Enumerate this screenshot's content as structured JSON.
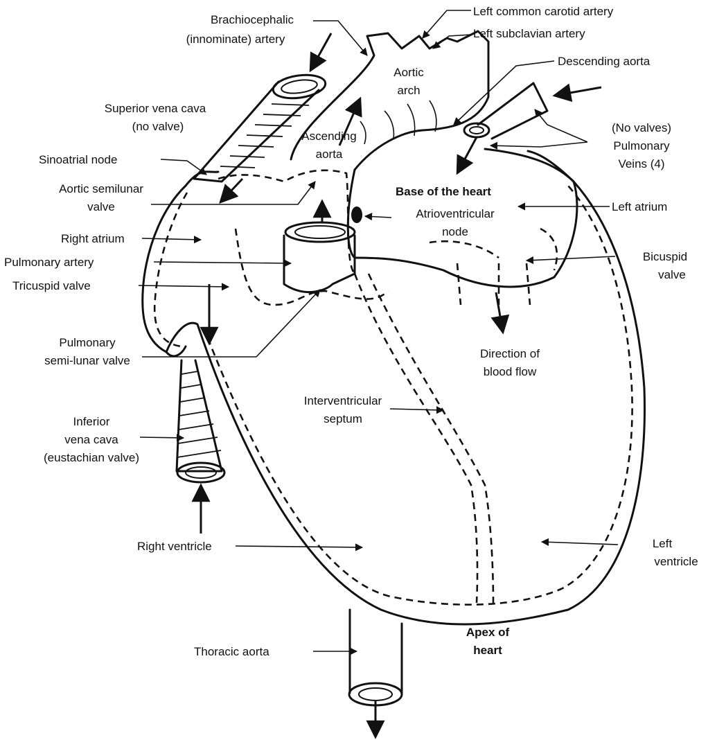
{
  "labels": {
    "left_common_carotid": "Left common carotid artery",
    "brachiocephalic_1": "Brachiocephalic",
    "brachiocephalic_2": "(innominate) artery",
    "left_subclavian": "Left subclavian artery",
    "descending_aorta": "Descending aorta",
    "aortic_arch_1": "Aortic",
    "aortic_arch_2": "arch",
    "svc_1": "Superior vena cava",
    "svc_2": "(no valve)",
    "ascending_aorta_1": "Ascending",
    "ascending_aorta_2": "aorta",
    "pulm_veins_1": "(No valves)",
    "pulm_veins_2": "Pulmonary",
    "pulm_veins_3": "Veins (4)",
    "sinoatrial_node": "Sinoatrial node",
    "aortic_semilunar_1": "Aortic semilunar",
    "aortic_semilunar_2": "valve",
    "base_of_heart": "Base of the heart",
    "left_atrium": "Left atrium",
    "av_node_1": "Atrioventricular",
    "av_node_2": "node",
    "right_atrium": "Right atrium",
    "pulmonary_artery": "Pulmonary artery",
    "bicuspid_1": "Bicuspid",
    "bicuspid_2": "valve",
    "tricuspid_valve": "Tricuspid valve",
    "pulm_semilunar_1": "Pulmonary",
    "pulm_semilunar_2": "semi-lunar valve",
    "direction_flow_1": "Direction of",
    "direction_flow_2": "blood flow",
    "ivc_1": "Inferior",
    "ivc_2": "vena cava",
    "ivc_3": "(eustachian valve)",
    "septum_1": "Interventricular",
    "septum_2": "septum",
    "right_ventricle": "Right ventricle",
    "left_ventricle_1": "Left",
    "left_ventricle_2": "ventricle",
    "apex_1": "Apex of",
    "apex_2": "heart",
    "thoracic_aorta": "Thoracic aorta"
  }
}
